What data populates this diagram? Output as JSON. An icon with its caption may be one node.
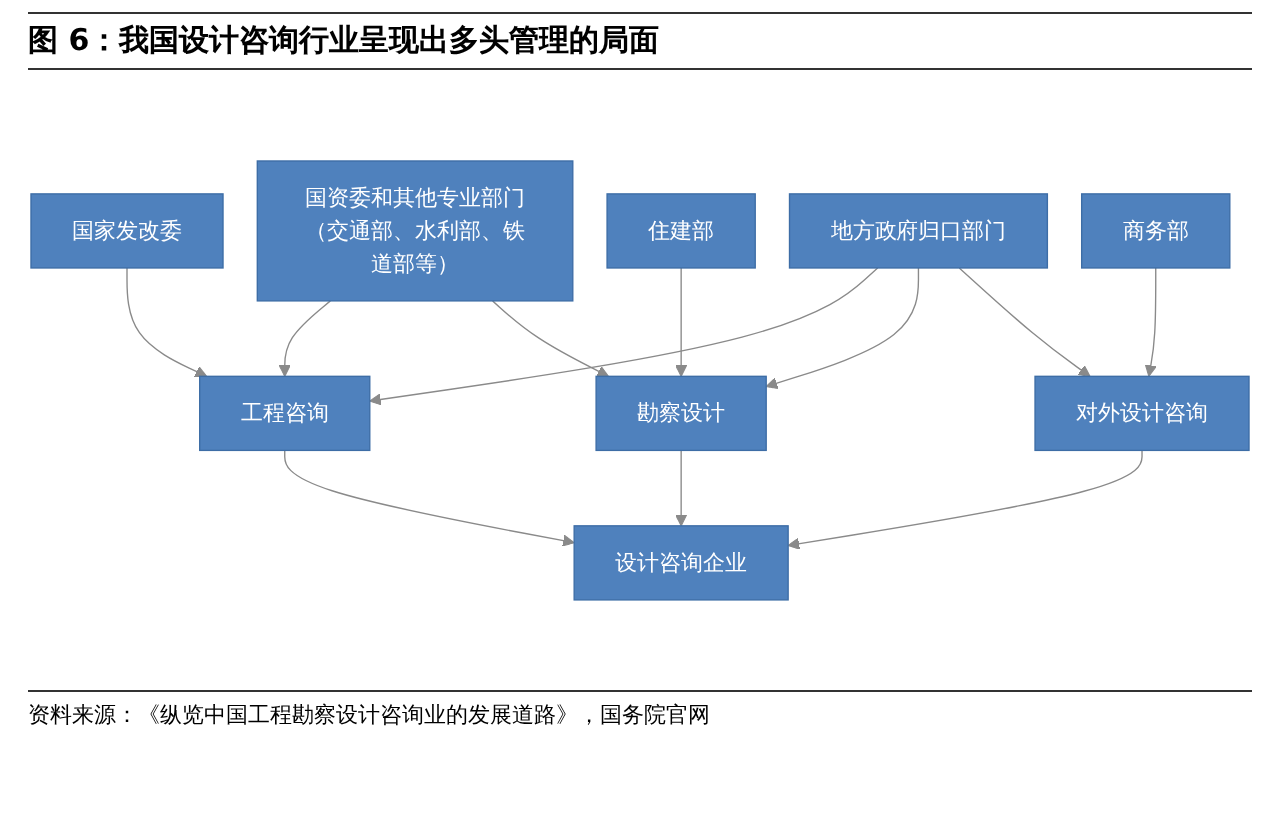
{
  "diagram": {
    "title": "图 6：我国设计咨询行业呈现出多头管理的局面",
    "caption": "资料来源：《纵览中国工程勘察设计咨询业的发展道路》，国务院官网",
    "nodes": [
      {
        "text": [
          "国家发改委"
        ]
      },
      {
        "text": [
          "住建部"
        ]
      },
      {
        "text": [
          "商务部"
        ]
      },
      {
        "text": [
          "国资委和其他专业部门（交通部、水利部、铁道部等）"
        ]
      },
      {
        "text": [
          "地方政府归口部门"
        ]
      },
      {
        "text": [
          "工程咨询"
        ]
      },
      {
        "text": [
          "勘察设计"
        ]
      },
      {
        "text": [
          "对外设计咨询"
        ]
      },
      {
        "text": [
          "设计咨询企业"
        ]
      }
    ],
    "edges": [
      {
        "from": 0,
        "to": 5,
        "arrow": "to"
      },
      {
        "from": 1,
        "to": 6,
        "arrow": "to"
      },
      {
        "from": 2,
        "to": 7,
        "arrow": "to"
      },
      {
        "from": 3,
        "to": 5,
        "arrow": "to"
      },
      {
        "from": 3,
        "to": 6,
        "arrow": "to"
      },
      {
        "from": 4,
        "to": 5,
        "arrow": "to"
      },
      {
        "from": 4,
        "to": 6,
        "arrow": "to"
      },
      {
        "from": 4,
        "to": 7,
        "arrow": "to"
      },
      {
        "from": 5,
        "to": 8,
        "arrow": "to"
      },
      {
        "from": 6,
        "to": 8,
        "arrow": "to"
      },
      {
        "from": 7,
        "to": 8,
        "arrow": "to"
      }
    ]
  }
}
